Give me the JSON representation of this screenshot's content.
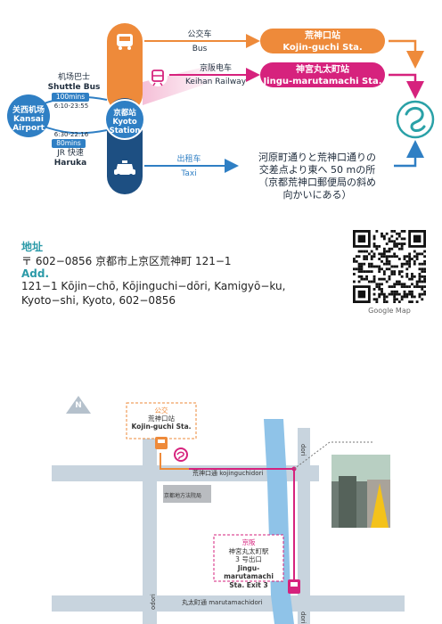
{
  "route": {
    "airport": {
      "line1": "关西机场",
      "line2": "Kansai",
      "line3": "Airport"
    },
    "kyoto": {
      "line1": "京都站",
      "line2": "Kyoto",
      "line3": "Station"
    },
    "shuttle": {
      "cn": "机场巴士",
      "en": "Shuttle Bus",
      "duration": "100mins",
      "hours": "6:10-23:55"
    },
    "haruka": {
      "hours": "6:30-22:16",
      "duration": "80mins",
      "cn": "JR 快速",
      "en": "Haruka"
    },
    "bus": {
      "cn": "公交车",
      "en": "Bus"
    },
    "keihan": {
      "cn": "京阪电车",
      "en": "Keihan Railway"
    },
    "taxi": {
      "cn": "出租车",
      "en": "Taxi"
    },
    "kojin_station": {
      "jp": "荒神口站",
      "en": "Kojin-guchi Sta."
    },
    "jingu_station": {
      "jp": "神宮丸太町站",
      "en": "Jingu-marutamachi Sta."
    },
    "taxi_note": [
      "河原町通りと荒神口通りの",
      "交差点より東へ 50 mの所",
      "（京都荒神口郵便局の斜め",
      "向かいにある）"
    ]
  },
  "address": {
    "cn_label": "地址",
    "cn_value": "〒 602−0856 京都市上京区荒神町 121−1",
    "en_label": "Add.",
    "en_line1": "121−1  Kōjin−chō, Kōjinguchi−dōri, Kamigyō−ku,",
    "en_line2": "Kyoto−shi,  Kyoto,  602−0856",
    "qr_caption": "Google Map"
  },
  "map": {
    "north": "N",
    "bus_box": {
      "line1": "公交",
      "line2": "荒神口站",
      "line3": "Kojin-guchi Sta."
    },
    "street_top": "荒神口通  kojinguchidori",
    "court": "京都地方法院局",
    "keihan_box": {
      "line1": "京阪",
      "line2": "神宮丸太町駅",
      "line3": "3 号出口",
      "line4": "Jingu-marutamachi",
      "line5": "Sta. Exit 3"
    },
    "street_bottom": "丸太町通  marutamachidori",
    "side_left": "odori",
    "side_right": "dori",
    "side_middle": "dori"
  },
  "colors": {
    "orange": "#ee8a3a",
    "magenta": "#d6227d",
    "navy": "#1d4f82",
    "blue": "#2f7fc4",
    "teal": "#2aa1a7",
    "river": "#8fc3e8",
    "road": "#c8d4de"
  }
}
